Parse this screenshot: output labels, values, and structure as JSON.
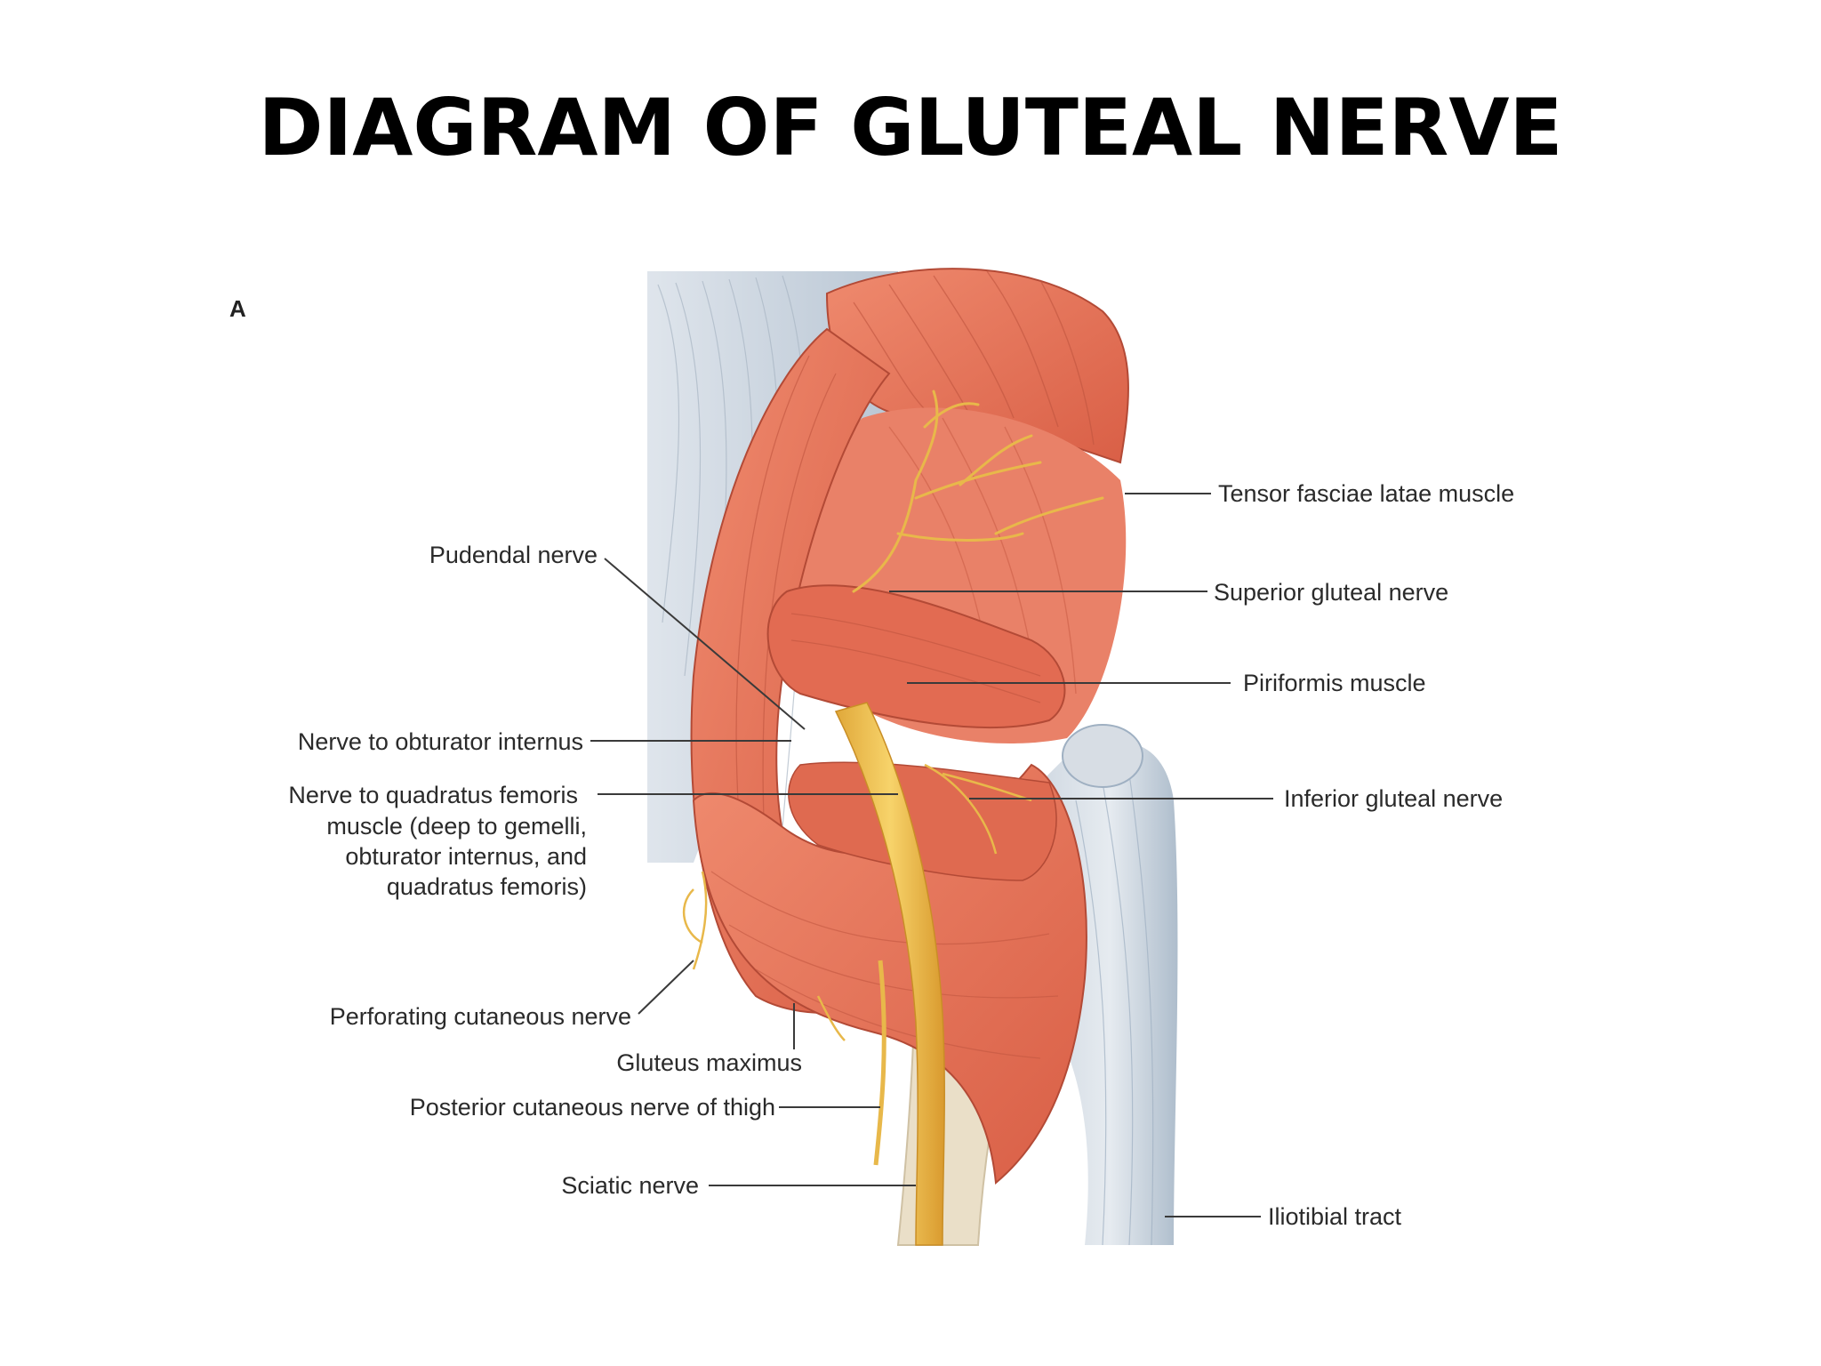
{
  "title": "DIAGRAM OF GLUTEAL NERVE",
  "panel_letter": "A",
  "labels": {
    "tensor_fasciae_latae": "Tensor fasciae latae muscle",
    "pudendal_nerve": "Pudendal nerve",
    "superior_gluteal_nerve": "Superior gluteal nerve",
    "piriformis_muscle": "Piriformis muscle",
    "nerve_obturator_internus": "Nerve to obturator internus",
    "nerve_quadratus_line1": "Nerve to quadratus femoris",
    "nerve_quadratus_line2": "muscle (deep to gemelli,",
    "nerve_quadratus_line3": "obturator internus, and",
    "nerve_quadratus_line4": "quadratus femoris)",
    "inferior_gluteal_nerve": "Inferior gluteal nerve",
    "perforating_cutaneous_nerve": "Perforating cutaneous nerve",
    "gluteus_maximus": "Gluteus maximus",
    "posterior_cutaneous_nerve": "Posterior cutaneous nerve of thigh",
    "sciatic_nerve": "Sciatic nerve",
    "iliotibial_tract": "Iliotibial tract"
  },
  "colors": {
    "muscle": "#e8735a",
    "muscle_dark": "#c9533d",
    "fascia": "#c9d3de",
    "nerve": "#f2c24e",
    "bone": "#e8dcc4"
  }
}
